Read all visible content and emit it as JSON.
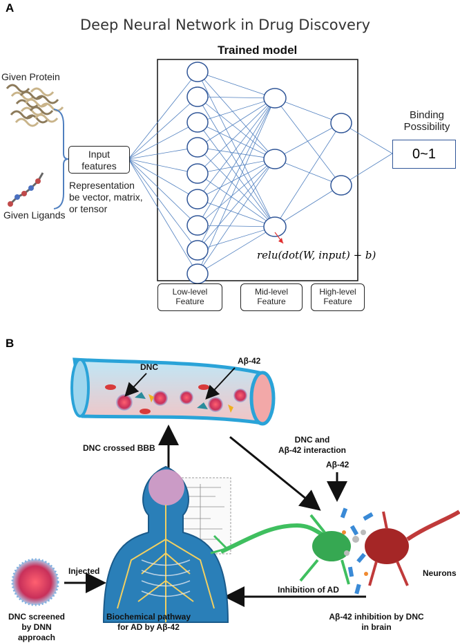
{
  "panel_a": {
    "label": "A",
    "title": "Deep Neural Network in Drug Discovery",
    "model_title": "Trained model",
    "given_protein": "Given Protein",
    "given_ligands": "Given Ligands",
    "input_box_line1": "Input",
    "input_box_line2": "features",
    "representation": [
      "Representation",
      "be vector, matrix,",
      "or tensor"
    ],
    "output_title_line1": "Binding",
    "output_title_line2": "Possibility",
    "output_value": "0~1",
    "formula": "relu(dot(W, input) + b)",
    "features": [
      {
        "line1": "Low-level",
        "line2": "Feature"
      },
      {
        "line1": "Mid-level",
        "line2": "Feature"
      },
      {
        "line1": "High-level",
        "line2": "Feature"
      }
    ],
    "layer_sizes": [
      9,
      3,
      2
    ]
  },
  "panel_b": {
    "label": "B",
    "dnc_label": "DNC",
    "abeta_label": "Aβ-42",
    "crossed": "DNC crossed BBB",
    "interaction_line1": "DNC and",
    "interaction_line2": "Aβ-42 interaction",
    "abeta_top": "Aβ-42",
    "injected": "Injected",
    "inhibition": "Inhibition of AD",
    "neurons": "Neurons",
    "dnc_caption_line1": "DNC screened",
    "dnc_caption_line2": "by DNN approach",
    "pathway_line1": "Biochemical pathway",
    "pathway_line2": "for AD by Aβ-42",
    "inhib_caption_line1": "Aβ-42 inhibition by DNC",
    "inhib_caption_line2": "in brain"
  },
  "colors": {
    "edge": "#4f7fbf",
    "node": "#2f5597",
    "arrow_red": "#e03030",
    "vessel": "#2aa3d8",
    "neuron_green": "#3fbf5f",
    "neuron_red": "#b02a2a",
    "dnc": "#e0405a"
  }
}
